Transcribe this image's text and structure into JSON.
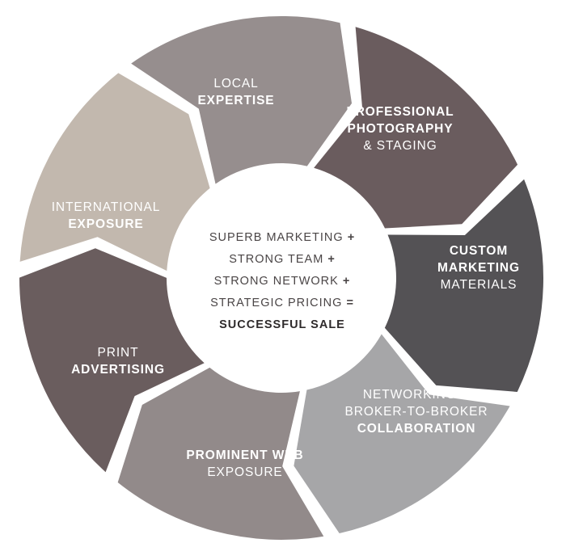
{
  "segments": [
    {
      "id": "local-expertise",
      "color": "#968e8e",
      "lines": [
        {
          "t": "LOCAL",
          "bold": false
        },
        {
          "t": "EXPERTISE",
          "bold": true
        }
      ]
    },
    {
      "id": "professional-photography",
      "color": "#6a5c5e",
      "lines": [
        {
          "t": "PROFESSIONAL",
          "bold": true
        },
        {
          "t": "PHOTOGRAPHY",
          "bold": true
        },
        {
          "t": "& STAGING",
          "bold": false
        }
      ]
    },
    {
      "id": "custom-marketing",
      "color": "#545255",
      "lines": [
        {
          "t": "CUSTOM",
          "bold": true
        },
        {
          "t": "MARKETING",
          "bold": true
        },
        {
          "t": "MATERIALS",
          "bold": false
        }
      ]
    },
    {
      "id": "networking",
      "color": "#a6a6a8",
      "lines": [
        {
          "t": "NETWORKING &",
          "bold": false
        },
        {
          "t": "BROKER-TO-BROKER",
          "bold": false
        },
        {
          "t": "COLLABORATION",
          "bold": true
        }
      ]
    },
    {
      "id": "prominent-web",
      "color": "#928a8a",
      "lines": [
        {
          "t": "PROMINENT WEB",
          "bold": true
        },
        {
          "t": "EXPOSURE",
          "bold": false
        }
      ]
    },
    {
      "id": "print-advertising",
      "color": "#6a5d5e",
      "lines": [
        {
          "t": "PRINT",
          "bold": false
        },
        {
          "t": "ADVERTISING",
          "bold": true
        }
      ]
    },
    {
      "id": "international-exposure",
      "color": "#c2b8ae",
      "lines": [
        {
          "t": "INTERNATIONAL",
          "bold": false
        },
        {
          "t": "EXPOSURE",
          "bold": true
        }
      ]
    }
  ],
  "center": {
    "line1": {
      "text": "SUPERB MARKETING",
      "op": "+"
    },
    "line2": {
      "text": "STRONG TEAM",
      "op": "+"
    },
    "line3": {
      "text": "STRONG NETWORK",
      "op": "+"
    },
    "line4": {
      "text": "STRATEGIC PRICING",
      "op": "="
    },
    "result": "SUCCESSFUL SALE"
  }
}
